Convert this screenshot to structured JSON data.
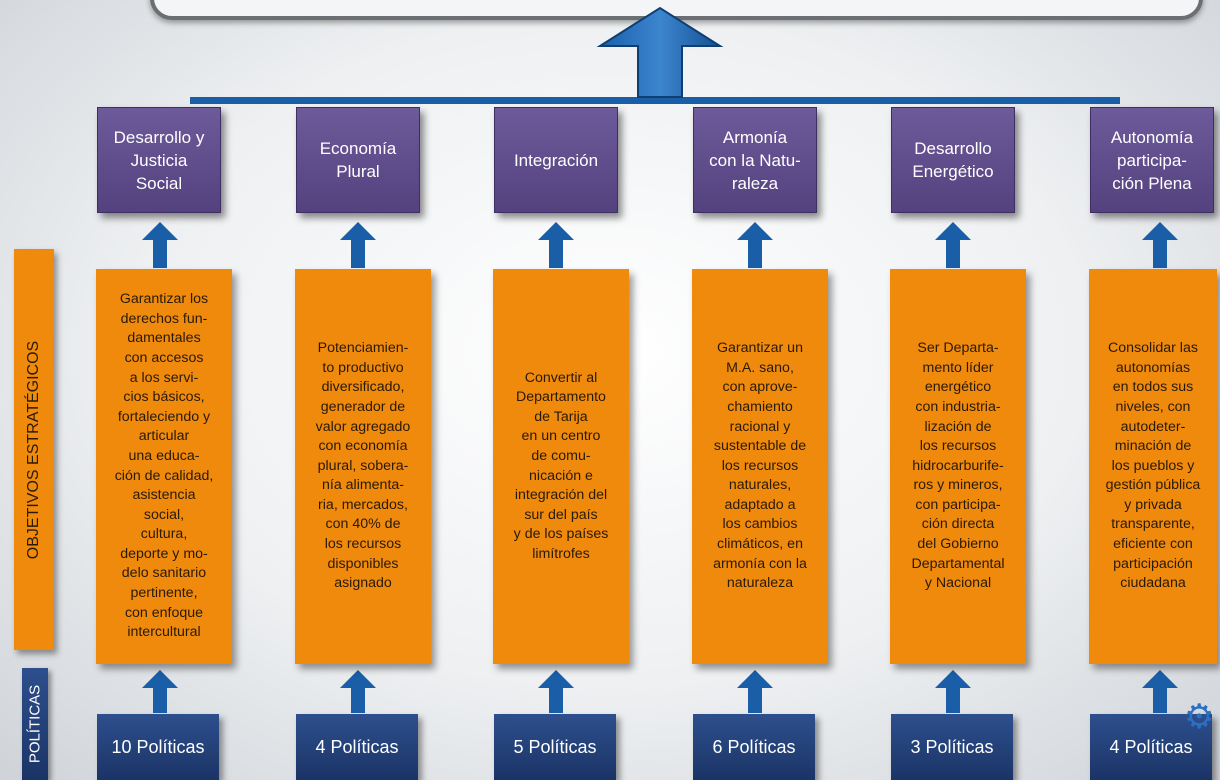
{
  "side_labels": {
    "objectives": "OBJETIVOS ESTRATÉGICOS",
    "policies": "POLÍTICAS"
  },
  "columns": [
    {
      "axis": "Desarrollo y\nJusticia\nSocial",
      "objective": "Garantizar los\nderechos fun-\ndamentales\ncon accesos\na los servi-\ncios básicos,\nfortaleciendo y\narticular\nuna  educa-\nción de calidad,\nasistencia\nsocial,\ncultura,\ndeporte y mo-\ndelo sanitario\npertinente,\ncon enfoque\nintercultural",
      "policies": "10 Políticas"
    },
    {
      "axis": "Economía\nPlural",
      "objective": "Potenciamien-\nto  productivo\ndiversificado,\ngenerador de\nvalor agregado\ncon economía\nplural,  sobera-\nnía alimenta-\nria,  mercados,\ncon  40% de\nlos recursos\ndisponibles\nasignado",
      "policies": "4 Políticas"
    },
    {
      "axis": "Integración",
      "objective": "Convertir al\nDepartamento\nde Tarija\nen un centro\nde comu-\nnicación e\nintegración del\nsur del país\ny de los países\nlimítrofes",
      "policies": "5 Políticas"
    },
    {
      "axis": "Armonía\ncon la Natu-\nraleza",
      "objective": "Garantizar un\nM.A. sano,\ncon aprove-\nchamiento\nracional y\nsustentable de\nlos recursos\nnaturales,\nadaptado a\nlos cambios\nclimáticos, en\narmonía con la\nnaturaleza",
      "policies": "6 Políticas"
    },
    {
      "axis": "Desarrollo\nEnergético",
      "objective": "Ser Departa-\nmento líder\nenergético\ncon industria-\nlización de\nlos recursos\nhidrocarburife-\nros y mineros,\ncon participa-\nción directa\ndel Gobierno\nDepartamental\ny Nacional",
      "policies": "3 Políticas"
    },
    {
      "axis": "Autonomía\nparticipa-\nción Plena",
      "objective": "Consolidar las\nautonomías\nen todos sus\nniveles, con\nautodeter-\nminación de\nlos pueblos y\ngestión pública\ny privada\ntransparente,\neficiente con\nparticipación\nciudadana",
      "policies": "4 Políticas"
    }
  ],
  "colors": {
    "axis_box": "#5f4d8c",
    "objective_box": "#ef8a0c",
    "policy_box": "#223f78",
    "connector": "#1a5ea8"
  }
}
